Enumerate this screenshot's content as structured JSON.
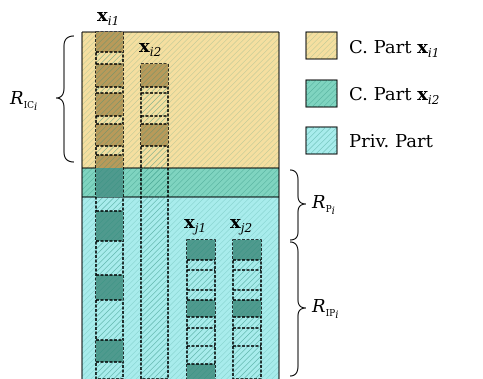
{
  "colors": {
    "common_part_1": "#f5dfa0",
    "common_part_2": "#7fd4c0",
    "private_part": "#a8ecec",
    "hatch": "#2a8c7a",
    "outline": "#000000",
    "block_dark_1": "#b89a5a",
    "block_dark_2": "#4f9a8e"
  },
  "columns": {
    "xi1": {
      "sym": "x",
      "sub": "i1"
    },
    "xi2": {
      "sym": "x",
      "sub": "i2"
    },
    "xj1": {
      "sym": "x",
      "sub": "j1"
    },
    "xj2": {
      "sym": "x",
      "sub": "j2"
    }
  },
  "legend": [
    {
      "text": "C. Part ",
      "sym": "x",
      "sub": "i1",
      "fill": "common_part_1",
      "hatched": false
    },
    {
      "text": "C. Part ",
      "sym": "x",
      "sub": "i2",
      "fill": "common_part_2",
      "hatched": true
    },
    {
      "text": "Priv. Part",
      "sym": "",
      "sub": "",
      "fill": "private_part",
      "hatched": true
    }
  ],
  "braces": {
    "r_ic": {
      "sym": "R",
      "sub": "IC",
      "subsub": "i"
    },
    "r_p": {
      "sym": "R",
      "sub": "P",
      "subsub": "i"
    },
    "r_ip": {
      "sym": "R",
      "sub": "IP",
      "subsub": "i"
    }
  }
}
